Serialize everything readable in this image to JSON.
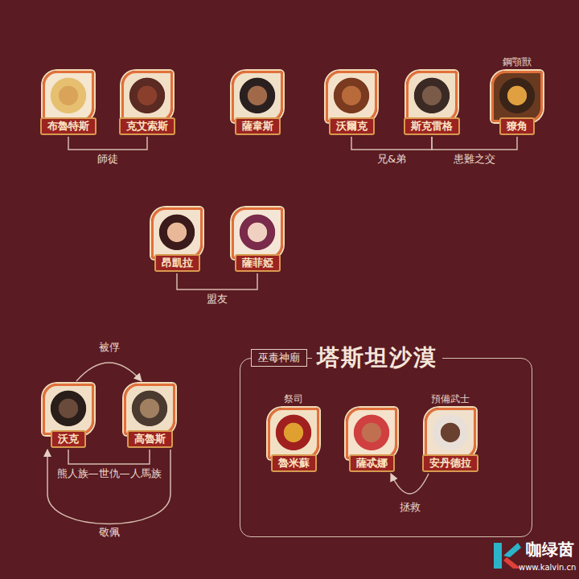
{
  "diagram": {
    "nodes": [
      {
        "text": [
          "布魯特斯"
        ]
      },
      {
        "text": [
          "克艾索斯"
        ]
      },
      {
        "text": [
          "薩韋斯"
        ]
      },
      {
        "text": [
          "沃爾克"
        ]
      },
      {
        "text": [
          "斯克雷格"
        ]
      },
      {
        "text": [
          "鋼顎獸",
          "獠角"
        ]
      },
      {
        "text": [
          "昂凱拉"
        ]
      },
      {
        "text": [
          "薩菲婭"
        ]
      },
      {
        "text": [
          "沃克"
        ]
      },
      {
        "text": [
          "高魯斯"
        ]
      },
      {
        "text": [
          "巫毒神廟",
          "塔斯坦沙漠"
        ]
      },
      {
        "text": [
          "祭司",
          "魯米蘇"
        ],
        "in": 10
      },
      {
        "text": [
          "薩忒娜"
        ],
        "in": 10
      },
      {
        "text": [
          "預備武士",
          "安丹德拉"
        ],
        "in": 10
      }
    ],
    "edges": [
      {
        "from": 0,
        "to": 1,
        "label": "師徒",
        "arrow": "none"
      },
      {
        "from": 3,
        "to": 4,
        "label": "兄&弟",
        "arrow": "none"
      },
      {
        "from": 4,
        "to": 5,
        "label": "患難之交",
        "arrow": "none"
      },
      {
        "from": 6,
        "to": 7,
        "label": "盟友",
        "arrow": "none"
      },
      {
        "from": 8,
        "to": 9,
        "label": "熊人族—世仇—人馬族",
        "arrow": "none"
      },
      {
        "from": 8,
        "to": 9,
        "label": "被俘",
        "arrow": "to"
      },
      {
        "from": 9,
        "to": 8,
        "label": "敬佩",
        "arrow": "to"
      },
      {
        "from": 13,
        "to": 12,
        "label": "拯救",
        "arrow": "to"
      }
    ],
    "labels": [
      "咖绿茵",
      "www.kalvin.cn"
    ]
  }
}
